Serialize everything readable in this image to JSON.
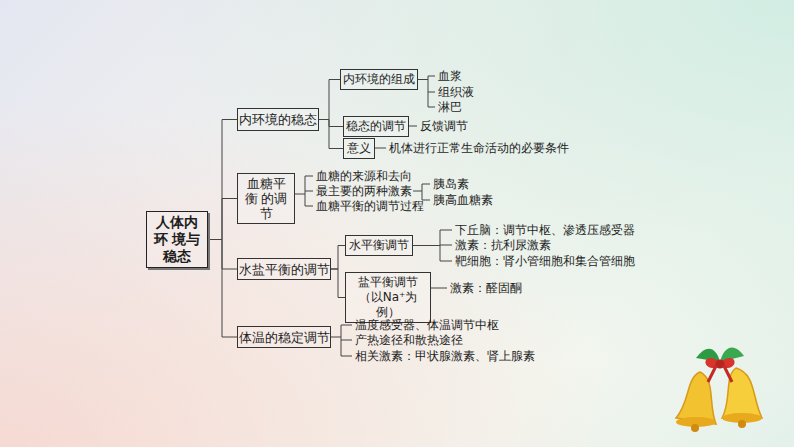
{
  "diagram": {
    "nodes": [
      {
        "text": [
          "人体内环 境与稳态"
        ]
      },
      {
        "text": [
          "内环境的稳态"
        ]
      },
      {
        "text": [
          "内环境的组成"
        ]
      },
      {
        "text": [
          "稳态的调节"
        ]
      },
      {
        "text": [
          "意义"
        ]
      },
      {
        "text": [
          "血糖平衡 的调节"
        ]
      },
      {
        "text": [
          "水盐平衡的调节"
        ]
      },
      {
        "text": [
          "水平衡调节"
        ]
      },
      {
        "text": [
          "盐平衡调节 （以Na⁺为例）"
        ]
      },
      {
        "text": [
          "体温的稳定调节"
        ]
      }
    ],
    "edges": [
      {
        "from": 0,
        "to": 1,
        "arrow": "none"
      },
      {
        "from": 0,
        "to": 5,
        "arrow": "none"
      },
      {
        "from": 0,
        "to": 6,
        "arrow": "none"
      },
      {
        "from": 0,
        "to": 9,
        "arrow": "none"
      },
      {
        "from": 1,
        "to": 2,
        "arrow": "none"
      },
      {
        "from": 1,
        "to": 3,
        "arrow": "none"
      },
      {
        "from": 1,
        "to": 4,
        "arrow": "none"
      },
      {
        "from": 6,
        "to": 7,
        "arrow": "none"
      },
      {
        "from": 6,
        "to": 8,
        "arrow": "none"
      }
    ],
    "labels": [
      "血浆",
      "组织液",
      "淋巴",
      "反馈调节",
      "机体进行正常生命活动的必要条件",
      "血糖的来源和去向",
      "最主要的两种激素",
      "血糖平衡的调节过程",
      "胰岛素",
      "胰高血糖素",
      "下丘脑：调节中枢、渗透压感受器",
      "激素：抗利尿激素",
      "靶细胞：肾小管细胞和集合管细胞",
      "激素：醛固酮",
      "温度感受器、体温调节中枢",
      "产热途径和散热途径",
      "相关激素：甲状腺激素、肾上腺素"
    ]
  }
}
